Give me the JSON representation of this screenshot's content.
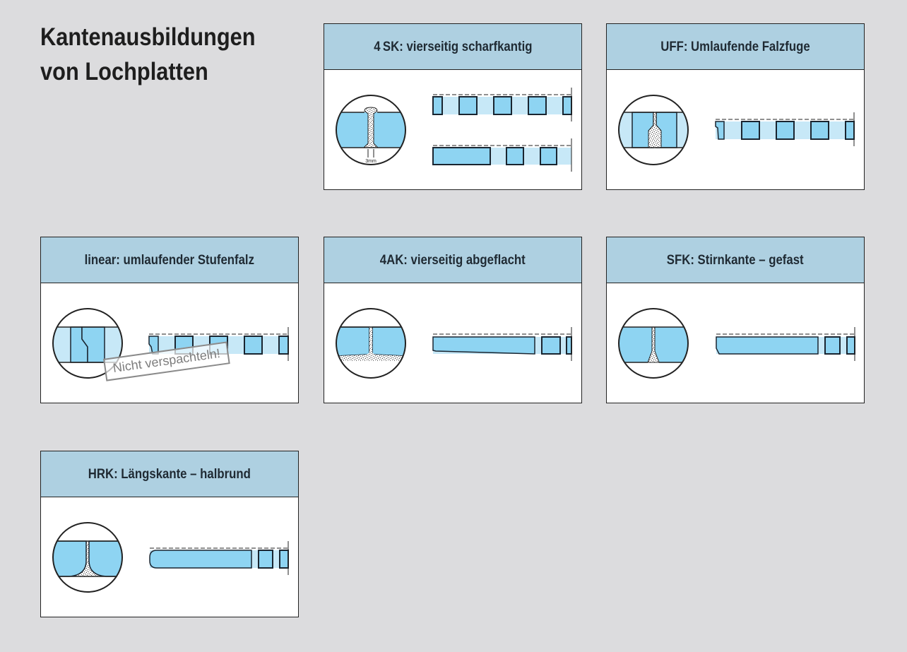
{
  "page": {
    "title_line1": "Kantenausbildungen",
    "title_line2": "von Lochplatten"
  },
  "colors": {
    "background": "#dcdcde",
    "header_fill": "#aed0e1",
    "panel_dark": "#8ed4f2",
    "panel_light": "#c7e8f7",
    "outline": "#1a2530"
  },
  "cards": [
    {
      "id": "4sk",
      "title": "4 SK: vierseitig scharfkantig",
      "dimension_label": "3mm"
    },
    {
      "id": "uff",
      "title": "UFF: Umlaufende Falzfuge"
    },
    {
      "id": "linear",
      "title": "linear: umlaufender Stufenfalz",
      "note": "Nicht verspachteln!"
    },
    {
      "id": "4ak",
      "title": "4AK: vierseitig abgeflacht"
    },
    {
      "id": "sfk",
      "title": "SFK: Stirnkante – gefast"
    },
    {
      "id": "hrk",
      "title": "HRK: Längskante – halbrund"
    }
  ]
}
